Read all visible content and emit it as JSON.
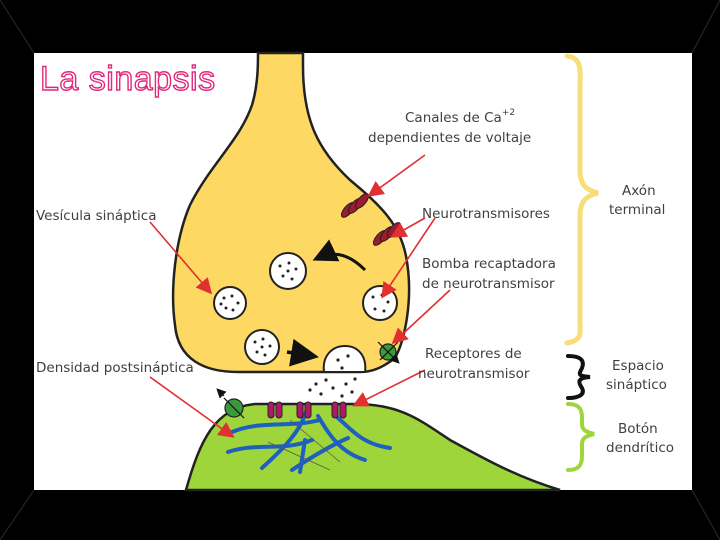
{
  "slide": {
    "title": "La sinapsis"
  },
  "colors": {
    "background": "#000000",
    "panel": "#ffffff",
    "title_fill": "#ffffff",
    "title_outline": "#e0297d",
    "axon": "#fdd863",
    "dendrite": "#9dd53a",
    "vesicle": "#ffffff",
    "channel": "#9b1b30",
    "receptor": "#b0186a",
    "pump": "#3a9a3a",
    "filament": "#1f5fbf",
    "arrow": "#e03030",
    "brace_axon": "#f7de7a",
    "brace_space": "#111111",
    "brace_dendrite": "#9dd53a"
  },
  "diagram": {
    "labels": {
      "calcium_channels_line1": "Canales de Ca",
      "calcium_superscript": "+2",
      "calcium_channels_line2": "dependientes de voltaje",
      "neurotransmitters": "Neurotransmisores",
      "reuptake_pump_line1": "Bomba recaptadora",
      "reuptake_pump_line2": "de neurotransmisor",
      "receptors_line1": "Receptores de",
      "receptors_line2": "neurotransmisor",
      "synaptic_vesicle": "Vesícula sináptica",
      "postsynaptic_density": "Densidad postsináptica"
    },
    "regions": {
      "axon_terminal_line1": "Axón",
      "axon_terminal_line2": "terminal",
      "synaptic_space_line1": "Espacio",
      "synaptic_space_line2": "sináptico",
      "dendritic_button_line1": "Botón",
      "dendritic_button_line2": "dendrítico"
    }
  }
}
